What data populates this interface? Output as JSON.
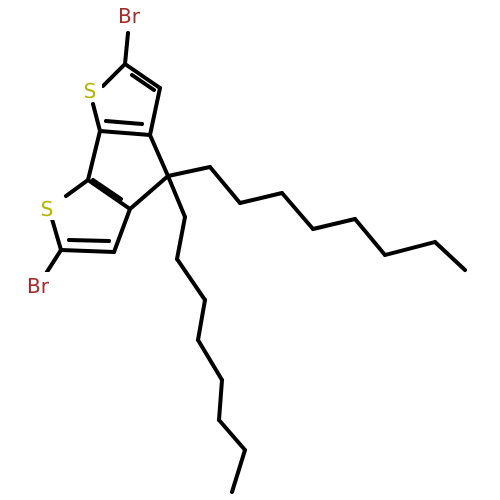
{
  "molecule": {
    "colors": {
      "bond": "#000000",
      "sulfur": "#b5b500",
      "bromine": "#a52a2a",
      "background": "#ffffff"
    },
    "atoms": {
      "br_top": "Br",
      "br_bottom": "Br",
      "s_top": "S",
      "s_bottom": "S"
    }
  }
}
